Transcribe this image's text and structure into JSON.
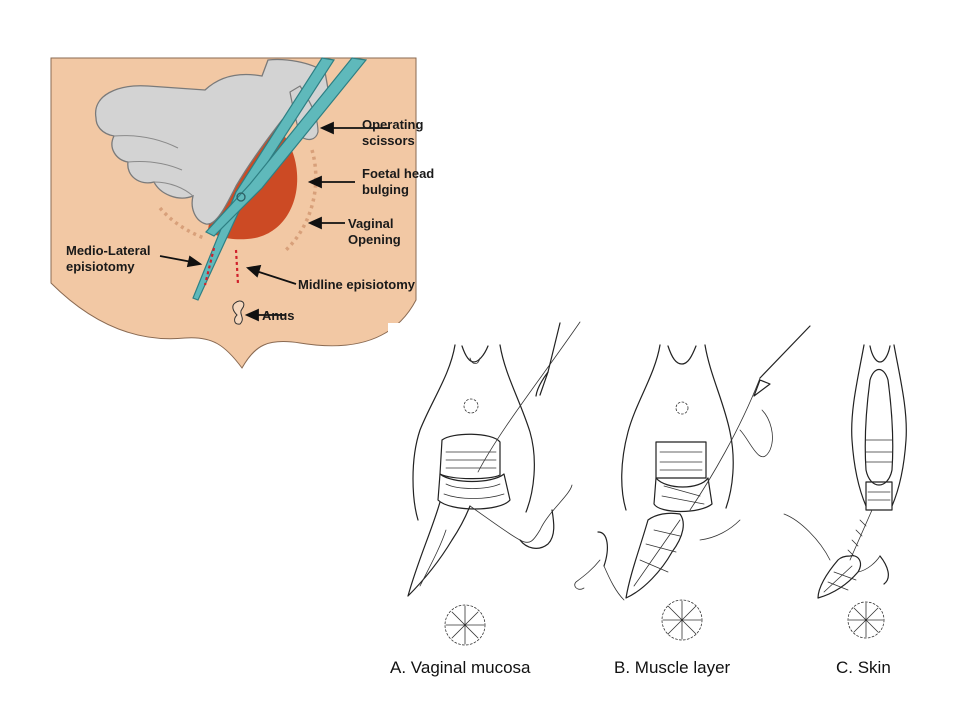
{
  "figure_top": {
    "labels": {
      "scissors": [
        "Operating",
        "scissors"
      ],
      "foetal_head": [
        "Foetal head",
        "bulging"
      ],
      "vaginal_opening": [
        "Vaginal",
        "Opening"
      ],
      "mediolateral": [
        "Medio-Lateral",
        "episiotomy"
      ],
      "midline": "Midline episiotomy",
      "anus": "Anus"
    },
    "colors": {
      "skin": "#f2c8a4",
      "glove": "#d3d3d3",
      "head": "#cc4a24",
      "scissors": "#5fb9bb",
      "incision": "#d0202a"
    }
  },
  "figure_bottom": {
    "captions": {
      "a": "A. Vaginal mucosa",
      "b": "B. Muscle layer",
      "c": "C. Skin"
    }
  }
}
